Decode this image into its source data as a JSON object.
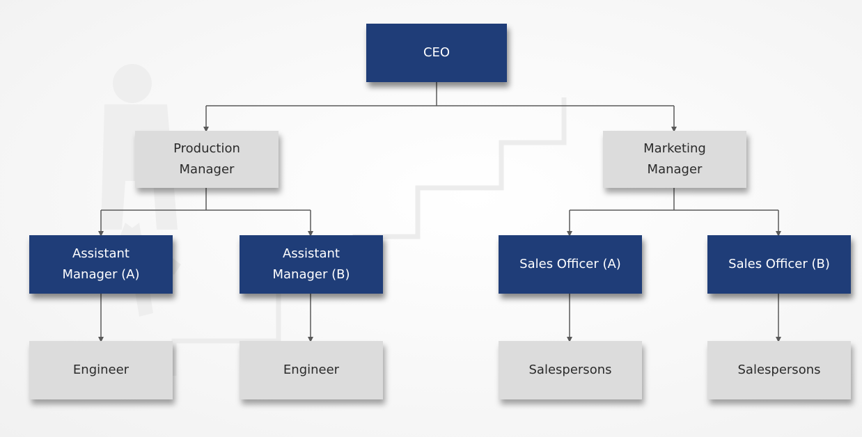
{
  "colors": {
    "dark_box": "#1f3d78",
    "light_box": "#dcdcdc",
    "connector": "#595959",
    "dark_text": "#ffffff",
    "light_text": "#2a2a2a"
  },
  "nodes": {
    "ceo": "CEO",
    "production_manager": "Production\nManager",
    "marketing_manager": "Marketing\nManager",
    "assistant_manager_a": "Assistant\nManager (A)",
    "assistant_manager_b": "Assistant\nManager (B)",
    "sales_officer_a": "Sales Officer (A)",
    "sales_officer_b": "Sales Officer (B)",
    "engineer_a": "Engineer",
    "engineer_b": "Engineer",
    "salespersons_a": "Salespersons",
    "salespersons_b": "Salespersons"
  }
}
